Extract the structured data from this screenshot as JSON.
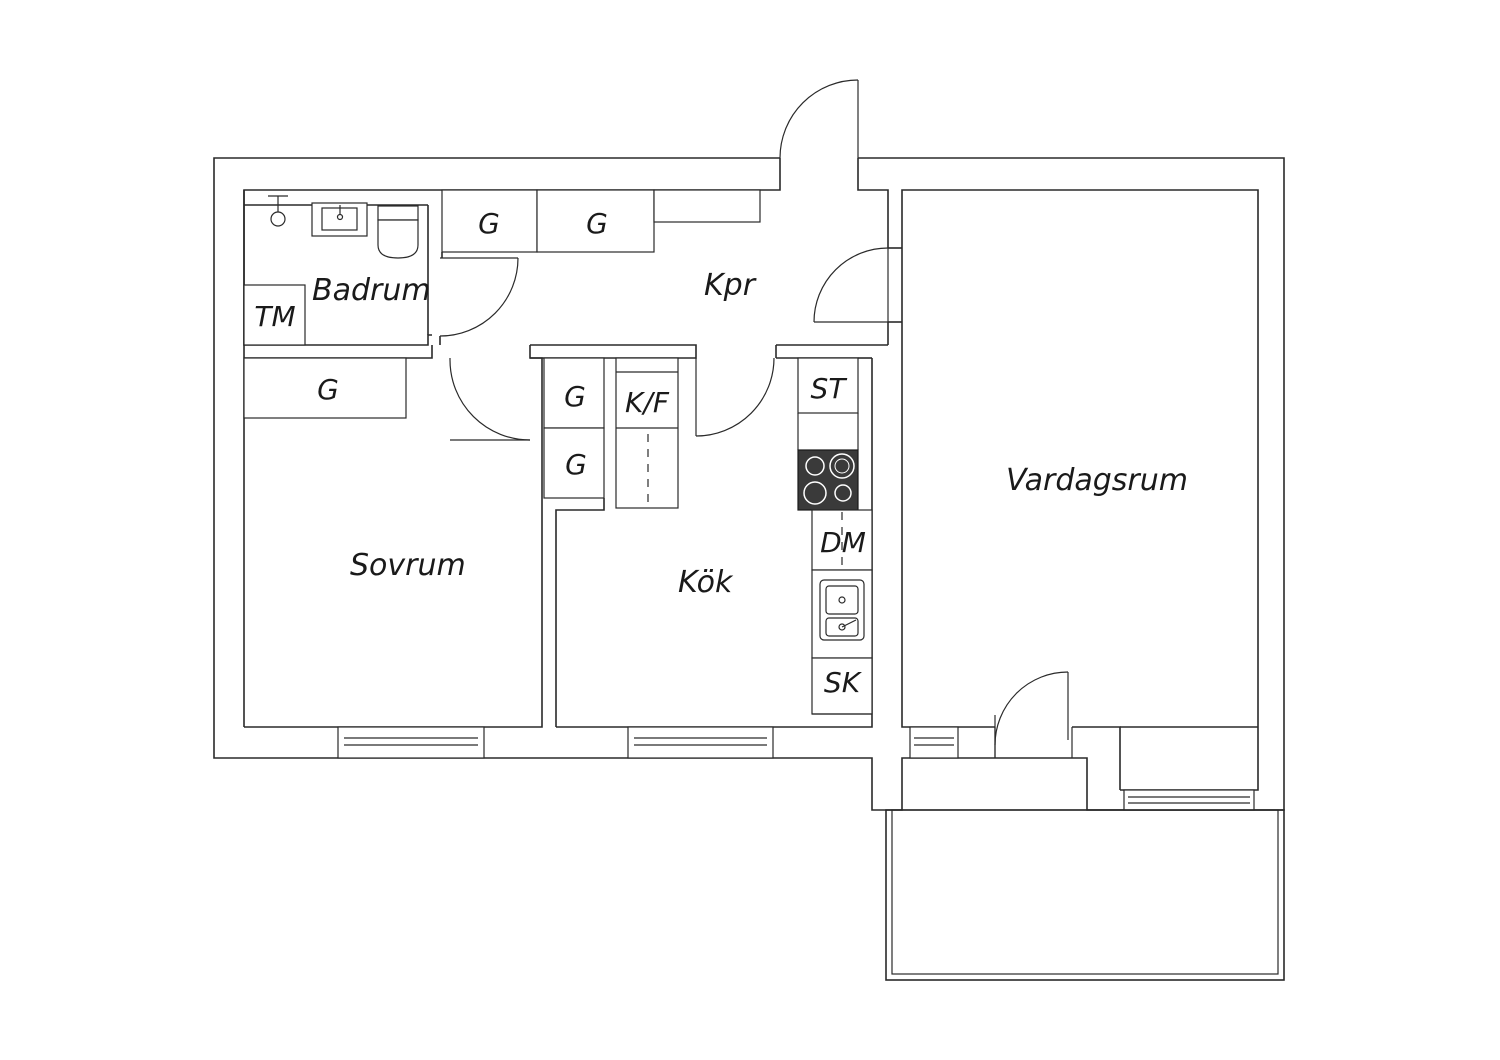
{
  "rooms": {
    "bathroom": "Badrum",
    "hall": "Kpr",
    "bedroom": "Sovrum",
    "kitchen": "Kök",
    "living": "Vardagsrum"
  },
  "fixtures": {
    "wardrobe": "G",
    "washer": "TM",
    "fridge_freezer": "K/F",
    "storage": "ST",
    "dishwasher": "DM",
    "cabinet": "SK"
  },
  "colors": {
    "line": "#2a2a2a",
    "stove": "#3a3a3a",
    "background": "#ffffff"
  }
}
